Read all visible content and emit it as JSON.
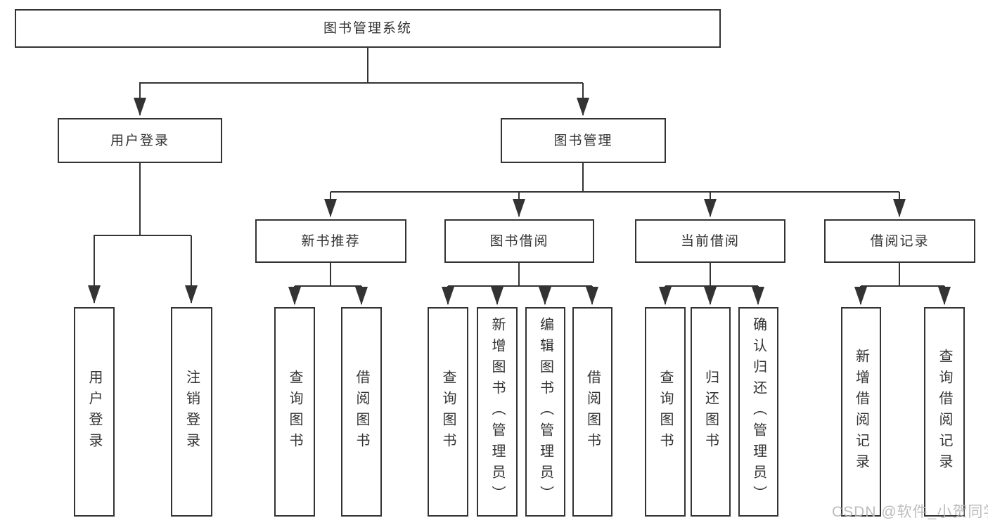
{
  "diagram": {
    "root": "图书管理系统",
    "branches": [
      {
        "label": "用户登录",
        "children": [
          "用户登录",
          "注销登录"
        ]
      },
      {
        "label": "图书管理",
        "groups": [
          {
            "label": "新书推荐",
            "children": [
              "查询图书",
              "借阅图书"
            ]
          },
          {
            "label": "图书借阅",
            "children": [
              "查询图书",
              "新增图书（管理员）",
              "编辑图书（管理员）",
              "借阅图书"
            ]
          },
          {
            "label": "当前借阅",
            "children": [
              "查询图书",
              "归还图书",
              "确认归还（管理员）"
            ]
          },
          {
            "label": "借阅记录",
            "children": [
              "新增借阅记录",
              "查询借阅记录"
            ]
          }
        ]
      }
    ]
  },
  "watermark": "CSDN @软件_小贺同学",
  "colors": {
    "line": "#333333",
    "text": "#333333",
    "box_background": "#ffffff",
    "watermark": "#b5b5b5"
  }
}
